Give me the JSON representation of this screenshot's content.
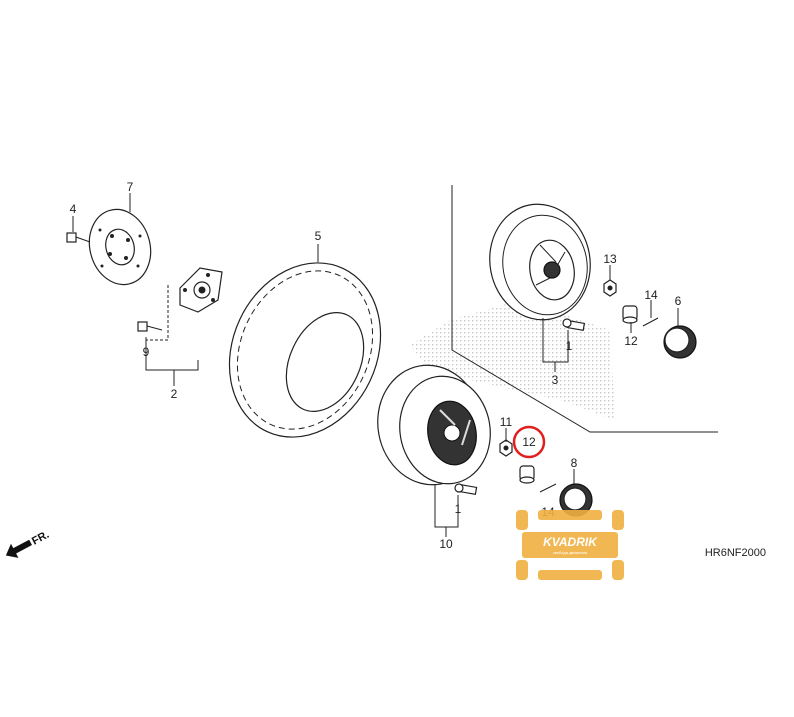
{
  "diagram": {
    "callouts": [
      {
        "id": "c1a",
        "label": "1"
      },
      {
        "id": "c1b",
        "label": "1"
      },
      {
        "id": "c2",
        "label": "2"
      },
      {
        "id": "c3",
        "label": "3"
      },
      {
        "id": "c4",
        "label": "4"
      },
      {
        "id": "c5",
        "label": "5"
      },
      {
        "id": "c6",
        "label": "6"
      },
      {
        "id": "c7",
        "label": "7"
      },
      {
        "id": "c8",
        "label": "8"
      },
      {
        "id": "c9",
        "label": "9"
      },
      {
        "id": "c10",
        "label": "10"
      },
      {
        "id": "c11",
        "label": "11"
      },
      {
        "id": "c12a",
        "label": "12"
      },
      {
        "id": "c12b",
        "label": "12"
      },
      {
        "id": "c13",
        "label": "13"
      },
      {
        "id": "c14a",
        "label": "14"
      },
      {
        "id": "c14b",
        "label": "14"
      }
    ],
    "highlighted_part": "12",
    "highlight_color": "#e02020",
    "diagram_code": "HR6NF2000",
    "direction_label": "FR.",
    "watermark": {
      "brand": "KVADRIK",
      "tagline": "свобода движения",
      "color": "#f0b040"
    }
  }
}
